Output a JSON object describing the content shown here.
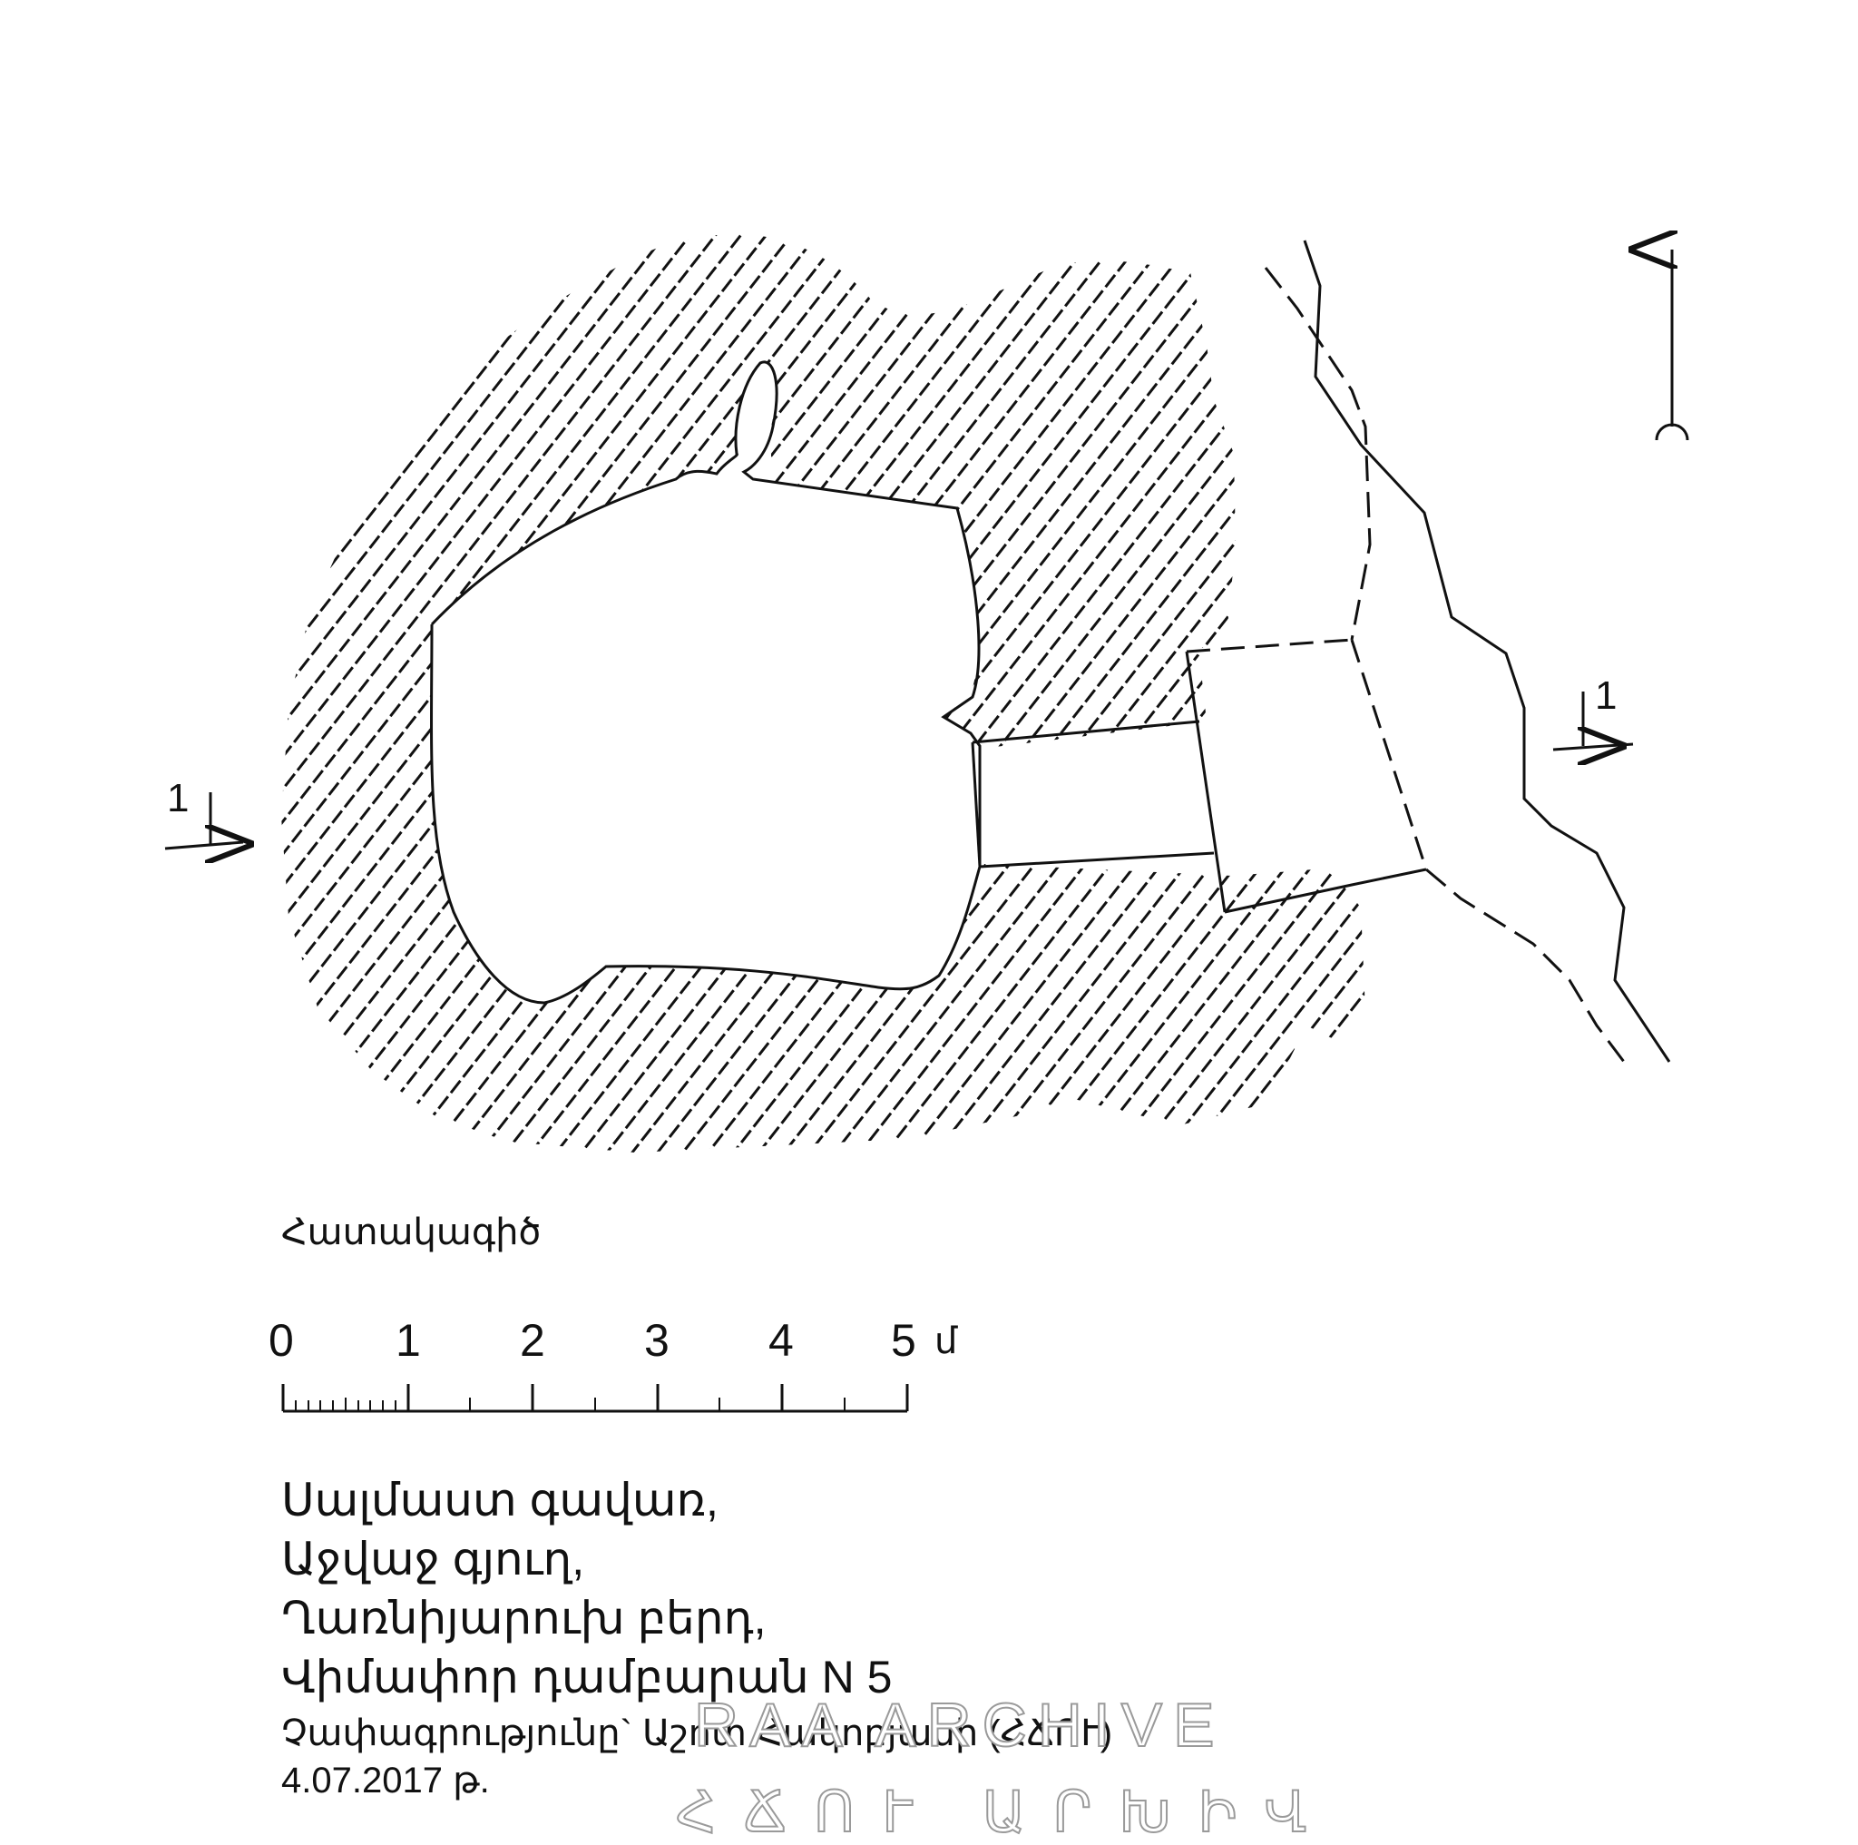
{
  "plan_caption": "Հատակագիծ",
  "section_marker": "1",
  "scale_bar": {
    "ticks": [
      "0",
      "1",
      "2",
      "3",
      "4",
      "5"
    ],
    "unit": "մ"
  },
  "title_lines": [
    "Սալմաստ գավառ,",
    "Աջվաջ գյուղ,",
    "Ղառնիյարուխ բերդ,",
    "Վիմափոր դամբարան  N 5"
  ],
  "credit_line": "Չափագրությունը`   Աշոտ Հակոբյանի (ՀՃՈՒ)",
  "date_line": "4.07.2017 թ.",
  "watermark": {
    "line1": "RAA ARCHIVE",
    "line2": "ՀՃՈՒ ԱՐԽԻՎ"
  },
  "colors": {
    "ink": "#111111",
    "watermark_stroke": "#9a9a9a"
  }
}
